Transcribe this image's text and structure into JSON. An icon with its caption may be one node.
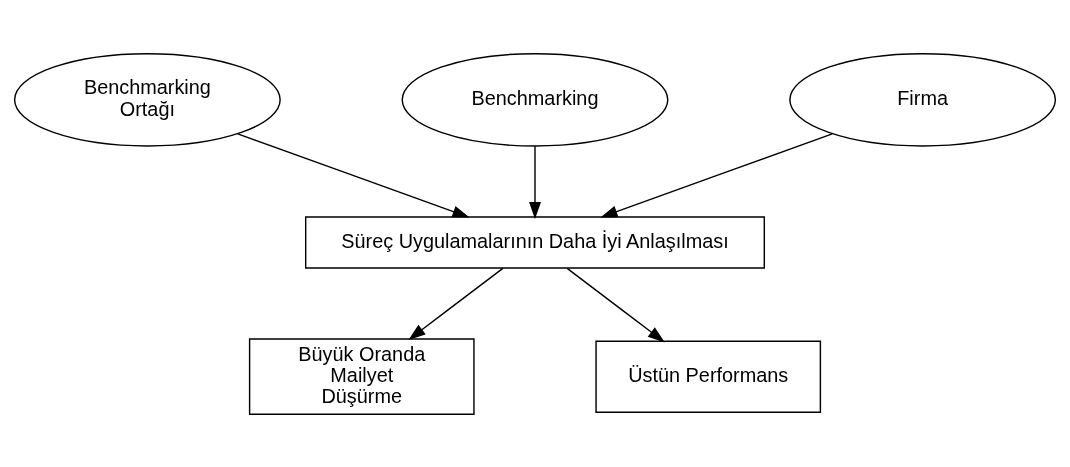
{
  "diagram": {
    "nodes": [
      {
        "text": [
          "Benchmarking"
        ]
      },
      {
        "text": [
          "Benchmarking Ortağı"
        ]
      },
      {
        "text": [
          "Firma"
        ]
      },
      {
        "text": [
          "Süreç Uygulamalarının Daha İyi Anlaşılması"
        ]
      },
      {
        "text": [
          "Büyük Oranda Mailyet Düşürme"
        ]
      },
      {
        "text": [
          "Üstün Performans"
        ]
      }
    ],
    "edges": [
      {
        "from": 1,
        "to": 3,
        "arrow": "to"
      },
      {
        "from": 0,
        "to": 3,
        "arrow": "to"
      },
      {
        "from": 2,
        "to": 3,
        "arrow": "to"
      },
      {
        "from": 3,
        "to": 4,
        "arrow": "to"
      },
      {
        "from": 3,
        "to": 5,
        "arrow": "to"
      }
    ]
  }
}
